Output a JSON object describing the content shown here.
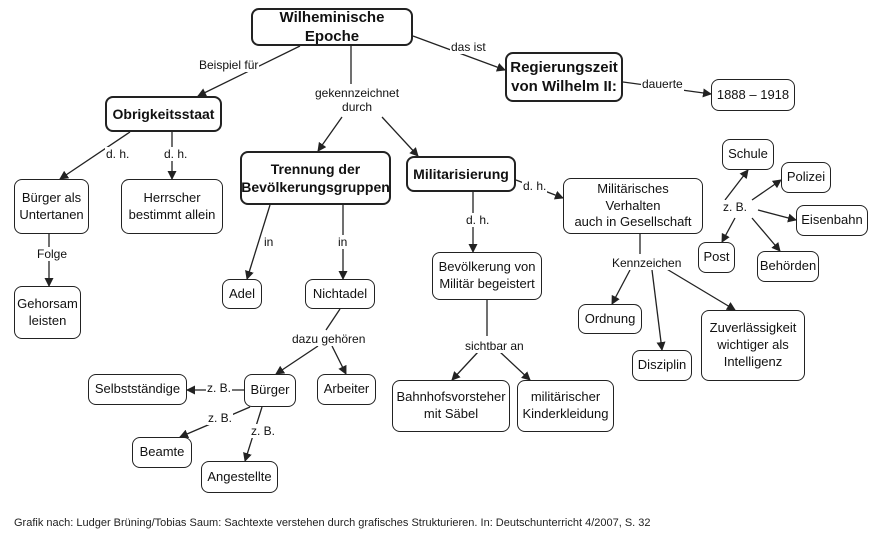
{
  "nodes": {
    "epoche": "Wilheminische Epoche",
    "regierungszeit": "Regierungszeit\nvon Wilhelm II:",
    "jahre": "1888 – 1918",
    "obrigkeitsstaat": "Obrigkeitsstaat",
    "trennung": "Trennung der\nBevölkerungsgruppen",
    "militarisierung": "Militarisierung",
    "buerger_untertanen": "Bürger als\nUntertanen",
    "herrscher": "Herrscher\nbestimmt allein",
    "gehorsam": "Gehorsam\nleisten",
    "adel": "Adel",
    "nichtadel": "Nichtadel",
    "bevoelkerung": "Bevölkerung von\nMilitär begeistert",
    "verhalten": "Militärisches Verhalten\nauch in Gesellschaft",
    "schule": "Schule",
    "polizei": "Polizei",
    "eisenbahn": "Eisenbahn",
    "post": "Post",
    "behoerden": "Behörden",
    "ordnung": "Ordnung",
    "disziplin": "Disziplin",
    "zuverlaessigkeit": "Zuverlässigkeit\nwichtiger als\nIntelligenz",
    "selbststaendige": "Selbstständige",
    "buerger": "Bürger",
    "arbeiter": "Arbeiter",
    "beamte": "Beamte",
    "angestellte": "Angestellte",
    "bahnhof": "Bahnhofsvorsteher\nmit Säbel",
    "kinderkleidung": "militärischer\nKinderkleidung"
  },
  "labels": {
    "beispiel_fuer": "Beispiel für",
    "das_ist": "das ist",
    "gekennzeichnet": "gekennzeichnet\ndurch",
    "dauerte": "dauerte",
    "dh_1": "d. h.",
    "dh_2": "d. h.",
    "folge": "Folge",
    "in_1": "in",
    "in_2": "in",
    "dazu_gehoeren": "dazu gehören",
    "dh_3": "d. h.",
    "dh_4": "d. h.",
    "zb_1": "z. B.",
    "kennzeichen": "Kennzeichen",
    "sichtbar_an": "sichtbar an",
    "zb_2": "z. B.",
    "zb_3": "z. B.",
    "zb_4": "z. B."
  },
  "caption": "Grafik nach: Ludger Brüning/Tobias Saum: Sachtexte verstehen durch grafisches Strukturieren. In: Deutschunterricht 4/2007, S. 32"
}
